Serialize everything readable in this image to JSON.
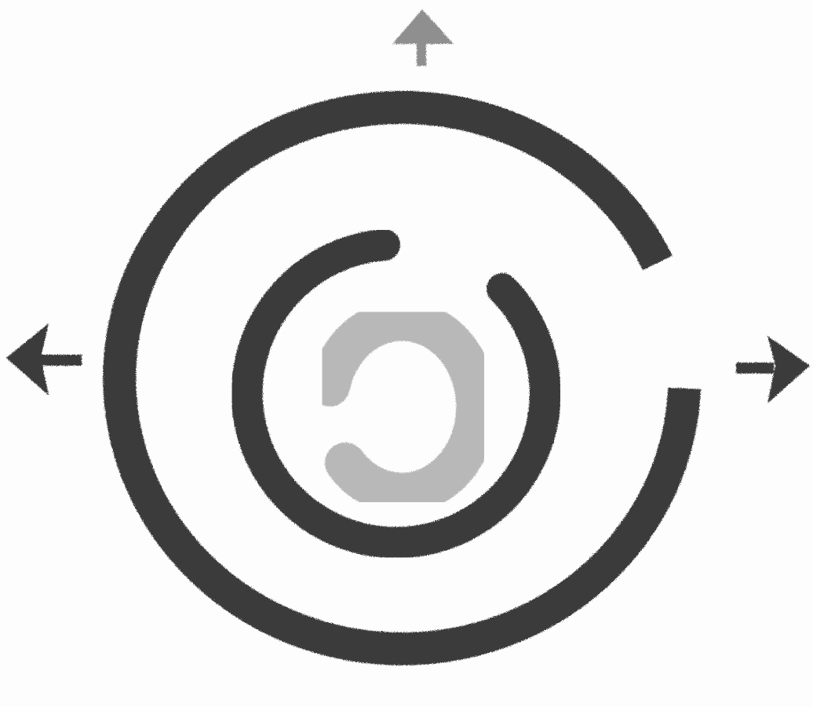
{
  "diagram": {
    "colors": {
      "background": "#fdfdfd",
      "dark_stroke": "#3a3a3a",
      "light_stroke": "#b8b8b8",
      "up_arrow": "#8f8f8f"
    },
    "elements": [
      {
        "name": "outer-ring",
        "kind": "open-ring",
        "shade": "dark"
      },
      {
        "name": "middle-ring",
        "kind": "open-ring",
        "shade": "dark"
      },
      {
        "name": "inner-core-ring",
        "kind": "open-ring",
        "shade": "light"
      },
      {
        "name": "up-arrow-icon",
        "kind": "arrow",
        "direction": "up",
        "shade": "grey"
      },
      {
        "name": "left-arrow-icon",
        "kind": "arrow",
        "direction": "left",
        "shade": "dark"
      },
      {
        "name": "right-arrow-icon",
        "kind": "arrow",
        "direction": "right",
        "shade": "dark"
      }
    ]
  }
}
